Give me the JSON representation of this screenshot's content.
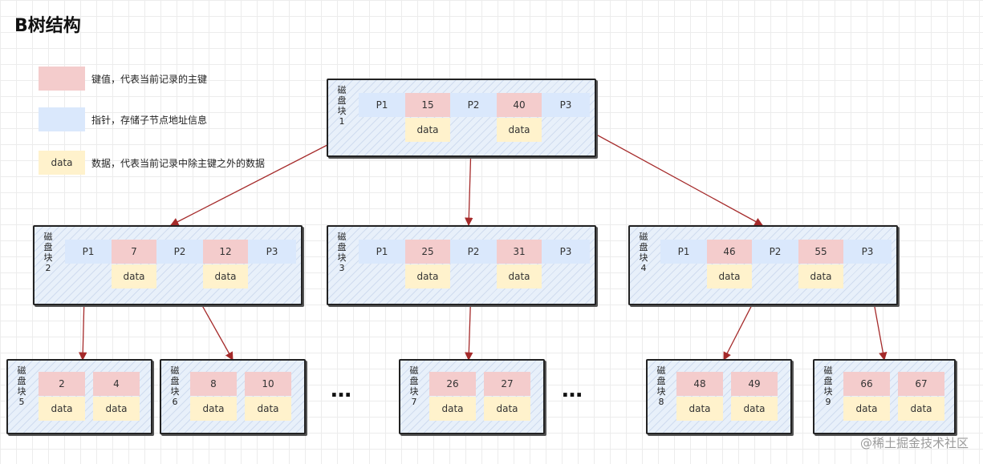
{
  "title": "B树结构",
  "legend": [
    {
      "type": "key",
      "sample": "",
      "text": "键值，代表当前记录的主键"
    },
    {
      "type": "ptr",
      "sample": "",
      "text": "指针，存储子节点地址信息"
    },
    {
      "type": "dat",
      "sample": "data",
      "text": "数据，代表当前记录中除主键之外的数据"
    }
  ],
  "blocks": {
    "b1": {
      "label": "磁盘块1",
      "p1": "P1",
      "k1": "15",
      "p2": "P2",
      "k2": "40",
      "p3": "P3",
      "d1": "data",
      "d2": "data"
    },
    "b2": {
      "label": "磁盘块2",
      "p1": "P1",
      "k1": "7",
      "p2": "P2",
      "k2": "12",
      "p3": "P3",
      "d1": "data",
      "d2": "data"
    },
    "b3": {
      "label": "磁盘块3",
      "p1": "P1",
      "k1": "25",
      "p2": "P2",
      "k2": "31",
      "p3": "P3",
      "d1": "data",
      "d2": "data"
    },
    "b4": {
      "label": "磁盘块4",
      "p1": "P1",
      "k1": "46",
      "p2": "P2",
      "k2": "55",
      "p3": "P3",
      "d1": "data",
      "d2": "data"
    },
    "b5": {
      "label": "磁盘块5",
      "k1": "2",
      "k2": "4",
      "d1": "data",
      "d2": "data"
    },
    "b6": {
      "label": "磁盘块6",
      "k1": "8",
      "k2": "10",
      "d1": "data",
      "d2": "data"
    },
    "b7": {
      "label": "磁盘块7",
      "k1": "26",
      "k2": "27",
      "d1": "data",
      "d2": "data"
    },
    "b8": {
      "label": "磁盘块8",
      "k1": "48",
      "k2": "49",
      "d1": "data",
      "d2": "data"
    },
    "b9": {
      "label": "磁盘块9",
      "k1": "66",
      "k2": "67",
      "d1": "data",
      "d2": "data"
    }
  },
  "ellipsis": "…",
  "watermark": "@稀土掘金技术社区",
  "colors": {
    "key": "#f4cccc",
    "pointer": "#dae8fc",
    "data": "#fff2cc",
    "arrow": "#a52a2a"
  }
}
